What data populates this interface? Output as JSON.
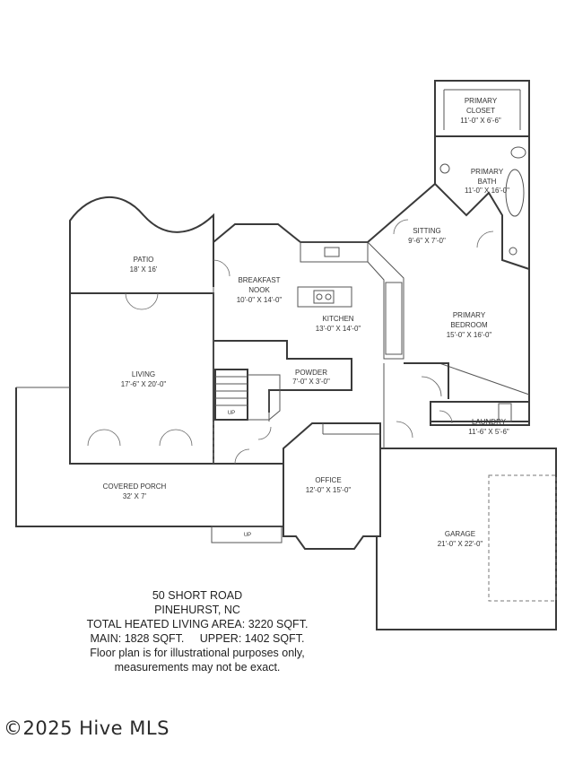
{
  "rooms": {
    "primary_closet": {
      "name": "PRIMARY\nCLOSET",
      "size": "11'-0\" X 6'-6\""
    },
    "primary_bath": {
      "name": "PRIMARY\nBATH",
      "size": "11'-0\" X 16'-0\""
    },
    "sitting": {
      "name": "SITTING",
      "size": "9'-6\" X 7'-0\""
    },
    "patio": {
      "name": "PATIO",
      "size": "18' X 16'"
    },
    "breakfast_nook": {
      "name": "BREAKFAST\nNOOK",
      "size": "10'-0\" X 14'-0\""
    },
    "kitchen": {
      "name": "KITCHEN",
      "size": "13'-0\" X 14'-0\""
    },
    "primary_bedroom": {
      "name": "PRIMARY\nBEDROOM",
      "size": "15'-0\" X 16'-0\""
    },
    "living": {
      "name": "LIVING",
      "size": "17'-6\" X 20'-0\""
    },
    "powder": {
      "name": "POWDER",
      "size": "7'-0\" X 3'-0\""
    },
    "laundry": {
      "name": "LAUNDRY",
      "size": "11'-6\" X 5'-6\""
    },
    "covered_porch": {
      "name": "COVERED PORCH",
      "size": "32' X 7'"
    },
    "office": {
      "name": "OFFICE",
      "size": "12'-0\" X 15'-0\""
    },
    "garage": {
      "name": "GARAGE",
      "size": "21'-0\" X 22'-0\""
    }
  },
  "stair_labels": {
    "main": "UP",
    "porch": "UP"
  },
  "caption": {
    "address": "50 SHORT ROAD",
    "city": "PINEHURST, NC",
    "total": "TOTAL HEATED LIVING AREA: 3220 SQFT.",
    "main_upper": "MAIN: 1828 SQFT.     UPPER: 1402 SQFT.",
    "disclaimer_1": "Floor plan is for illustrational purposes only,",
    "disclaimer_2": "measurements may not be exact."
  },
  "watermark": "©2025 Hive MLS",
  "colors": {
    "wall": "#3a3a3a",
    "text": "#333333",
    "background": "#ffffff"
  }
}
